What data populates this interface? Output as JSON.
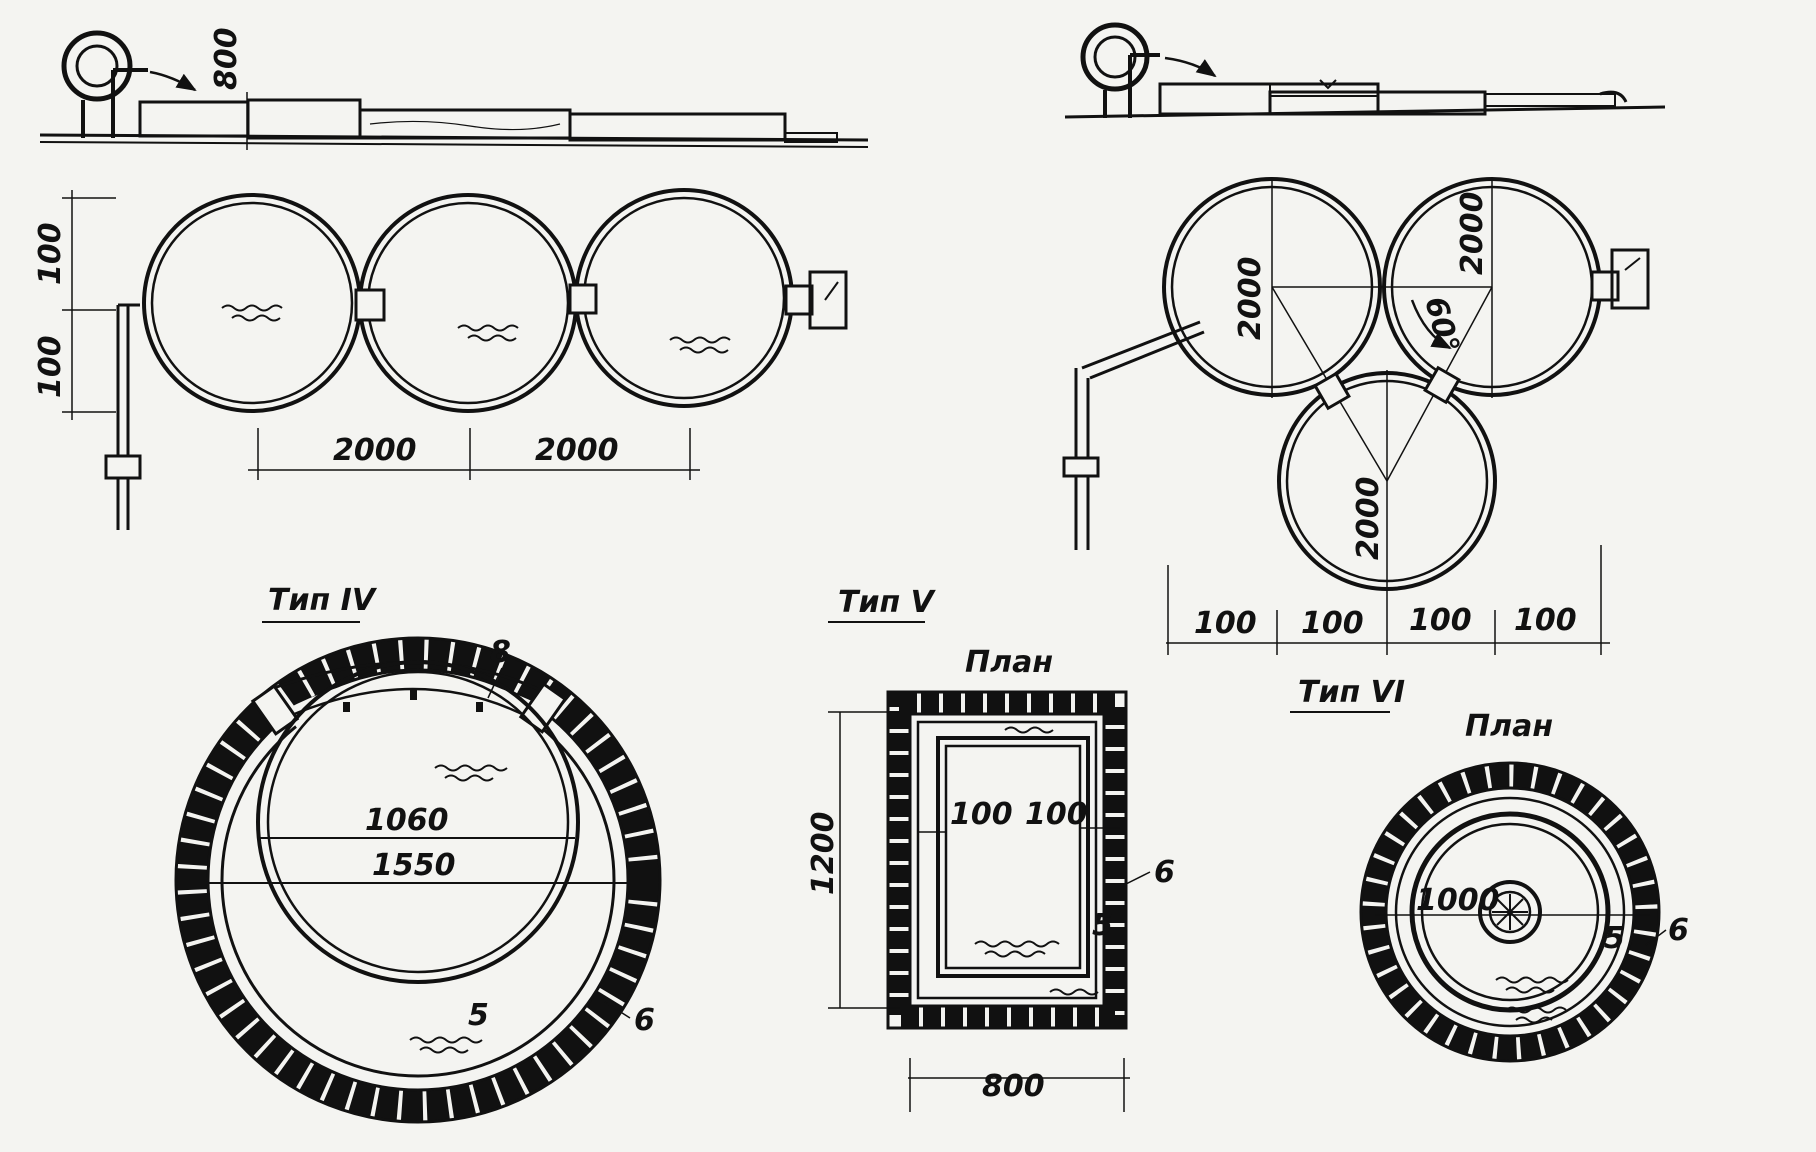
{
  "labels": {
    "d800_top": "800",
    "d100_a": "100",
    "d100_b": "100",
    "d2000_a": "2000",
    "d2000_b": "2000",
    "tri_2000_left": "2000",
    "tri_2000_right": "2000",
    "tri_2000_bottom": "2000",
    "angle_60": "60°",
    "tri_100_1": "100",
    "tri_100_2": "100",
    "tri_100_3": "100",
    "tri_100_4": "100",
    "type4_title": "Тип IV",
    "t4_label_8": "8",
    "t4_d1060": "1060",
    "t4_d1550": "1550",
    "t4_label_5": "5",
    "t4_label_6": "6",
    "type5_title": "Тип V",
    "t5_plan": "План",
    "t5_d1200": "1200",
    "t5_d100_l": "100",
    "t5_d100_r": "100",
    "t5_label_6": "6",
    "t5_label_5": "5",
    "t5_d800": "800",
    "type6_title": "Тип VI",
    "t6_plan": "План",
    "t6_d1000": "1000",
    "t6_label_5": "5",
    "t6_label_6": "6"
  }
}
